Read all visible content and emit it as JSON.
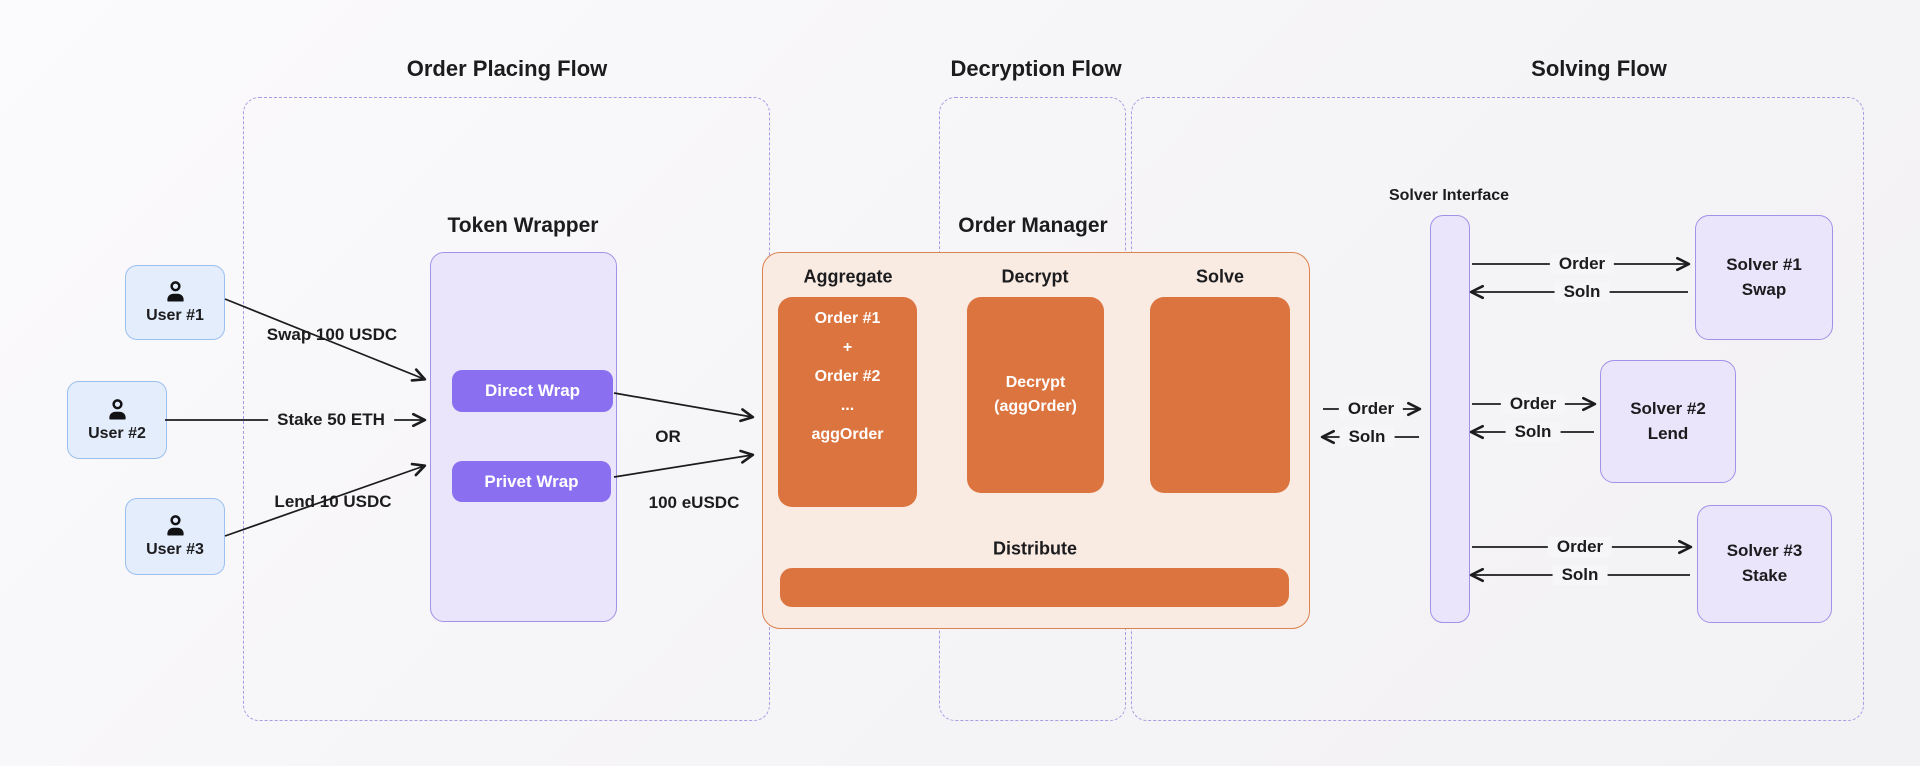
{
  "sections": [
    {
      "title": "Order Placing Flow"
    },
    {
      "title": "Decryption Flow"
    },
    {
      "title": "Solving Flow"
    }
  ],
  "users": [
    {
      "label": "User #1"
    },
    {
      "label": "User #2"
    },
    {
      "label": "User #3"
    }
  ],
  "order_labels": {
    "swap": "Swap 100 USDC",
    "stake": "Stake 50 ETH",
    "lend": "Lend 10 USDC"
  },
  "token_wrapper": {
    "title": "Token Wrapper",
    "direct_button": "Direct Wrap",
    "privet_button": "Privet Wrap"
  },
  "connectors": {
    "or": "OR",
    "eusdc": "100 eUSDC"
  },
  "order_manager": {
    "title": "Order Manager",
    "columns": [
      {
        "label": "Aggregate",
        "lines": [
          "Order #1",
          "+",
          "Order #2",
          "...",
          "aggOrder"
        ]
      },
      {
        "label": "Decrypt",
        "lines": [
          "Decrypt",
          "(aggOrder)"
        ]
      },
      {
        "label": "Solve",
        "lines": []
      }
    ],
    "distribute_label": "Distribute"
  },
  "solver_interface": {
    "label": "Solver Interface"
  },
  "flow_labels": {
    "order": "Order",
    "soln": "Soln"
  },
  "solvers": [
    {
      "line1": "Solver #1",
      "line2": "Swap"
    },
    {
      "line1": "Solver #2",
      "line2": "Lend"
    },
    {
      "line1": "Solver #3",
      "line2": "Stake"
    }
  ],
  "colors": {
    "background": "#f6f5f7",
    "dashed_border": "#a89de4",
    "user_box_fill": "#e3edfb",
    "user_box_border": "#9cc0ee",
    "lavender_fill": "#eae5fa",
    "lavender_border": "#a391e8",
    "button_purple": "#8a70f0",
    "orange_fill": "#dc743f",
    "peach_fill": "#f9eae2",
    "peach_border": "#dc8350",
    "text": "#1c1c1e"
  }
}
